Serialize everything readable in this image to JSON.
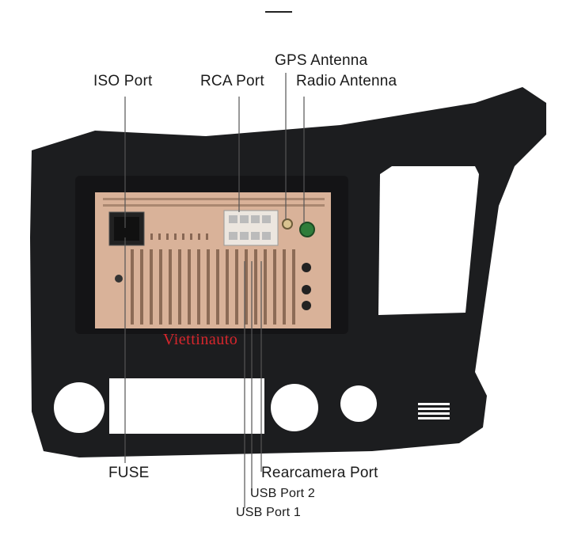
{
  "labels": {
    "iso_port": "ISO Port",
    "rca_port": "RCA Port",
    "gps_antenna": "GPS Antenna",
    "radio_antenna": "Radio Antenna",
    "fuse": "FUSE",
    "rearcamera_port": "Rearcamera Port",
    "usb_port_2": "USB Port 2",
    "usb_port_1": "USB Port 1"
  },
  "watermark": "Viettinauto",
  "colors": {
    "frame": "#1c1d1f",
    "unit_body": "#d9b299",
    "gps_connector": "#d9c390",
    "radio_connector": "#2f7d3a",
    "watermark": "#d8262c",
    "leader_line": "#555555"
  }
}
